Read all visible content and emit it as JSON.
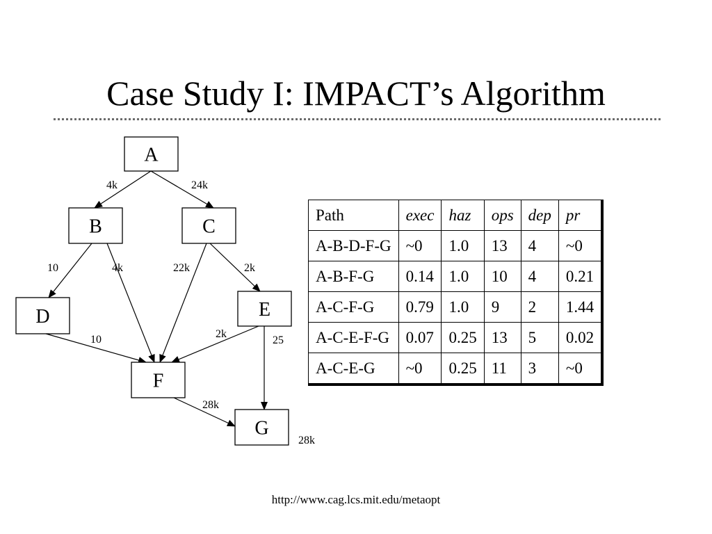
{
  "slide": {
    "title": "Case Study I: IMPACT’s Algorithm",
    "footer_url": "http://www.cag.lcs.mit.edu/metaopt"
  },
  "diagram": {
    "nodes": [
      {
        "id": "A",
        "label": "A"
      },
      {
        "id": "B",
        "label": "B"
      },
      {
        "id": "C",
        "label": "C"
      },
      {
        "id": "D",
        "label": "D"
      },
      {
        "id": "E",
        "label": "E"
      },
      {
        "id": "F",
        "label": "F"
      },
      {
        "id": "G",
        "label": "G"
      }
    ],
    "edges": [
      {
        "from": "A",
        "to": "B",
        "label": "4k"
      },
      {
        "from": "A",
        "to": "C",
        "label": "24k"
      },
      {
        "from": "B",
        "to": "D",
        "label": "10"
      },
      {
        "from": "B",
        "to": "F",
        "label": "4k"
      },
      {
        "from": "C",
        "to": "F",
        "label": "22k"
      },
      {
        "from": "C",
        "to": "E",
        "label": "2k"
      },
      {
        "from": "D",
        "to": "F",
        "label": "10"
      },
      {
        "from": "E",
        "to": "F",
        "label": "2k"
      },
      {
        "from": "E",
        "to": "G",
        "label": "25"
      },
      {
        "from": "F",
        "to": "G",
        "label": "28k"
      }
    ],
    "g_count_label": "28k"
  },
  "table": {
    "headers": [
      "Path",
      "exec",
      "haz",
      "ops",
      "dep",
      "pr"
    ],
    "rows": [
      [
        "A-B-D-F-G",
        "~0",
        "1.0",
        "13",
        "4",
        "~0"
      ],
      [
        "A-B-F-G",
        "0.14",
        "1.0",
        "10",
        "4",
        "0.21"
      ],
      [
        "A-C-F-G",
        "0.79",
        "1.0",
        "9",
        "2",
        "1.44"
      ],
      [
        "A-C-E-F-G",
        "0.07",
        "0.25",
        "13",
        "5",
        "0.02"
      ],
      [
        "A-C-E-G",
        "~0",
        "0.25",
        "11",
        "3",
        "~0"
      ]
    ]
  }
}
